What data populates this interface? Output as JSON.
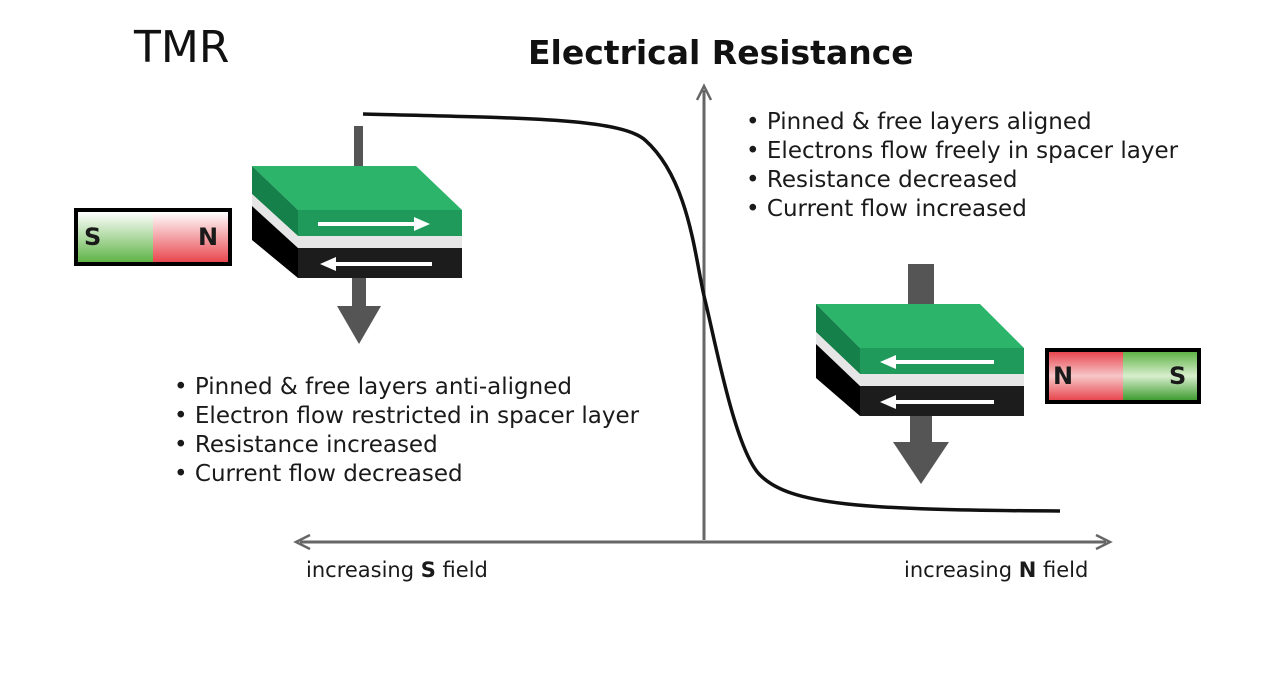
{
  "title": "TMR",
  "graph": {
    "y_axis_title": "Electrical Resistance",
    "x_left": {
      "prefix": "increasing ",
      "pole": "S",
      "suffix": " field"
    },
    "x_right": {
      "prefix": "increasing ",
      "pole": "N",
      "suffix": " field"
    },
    "curve": "high resistance for S field, steep drop near zero, low resistance for N field"
  },
  "anti_aligned_state": {
    "bullets": [
      "Pinned & free layers anti-aligned",
      "Electron flow restricted in spacer layer",
      "Resistance increased",
      "Current flow decreased"
    ],
    "magnet": {
      "left_pole": "S",
      "right_pole": "N"
    },
    "free_layer_arrow": "right",
    "pinned_layer_arrow": "left"
  },
  "aligned_state": {
    "bullets": [
      "Pinned & free layers aligned",
      "Electrons flow freely in spacer layer",
      "Resistance decreased",
      "Current flow increased"
    ],
    "magnet": {
      "left_pole": "N",
      "right_pole": "S"
    },
    "free_layer_arrow": "left",
    "pinned_layer_arrow": "left"
  },
  "colors": {
    "free_layer": "#1f9a5a",
    "free_layer_top": "#2bb46a",
    "spacer": "#e6e6e6",
    "pinned_layer": "#1c1c1c",
    "current_arrow": "#555555",
    "magnet_red": "#e8474f",
    "magnet_green": "#5fb446",
    "axis": "#666666",
    "curve": "#111111"
  }
}
